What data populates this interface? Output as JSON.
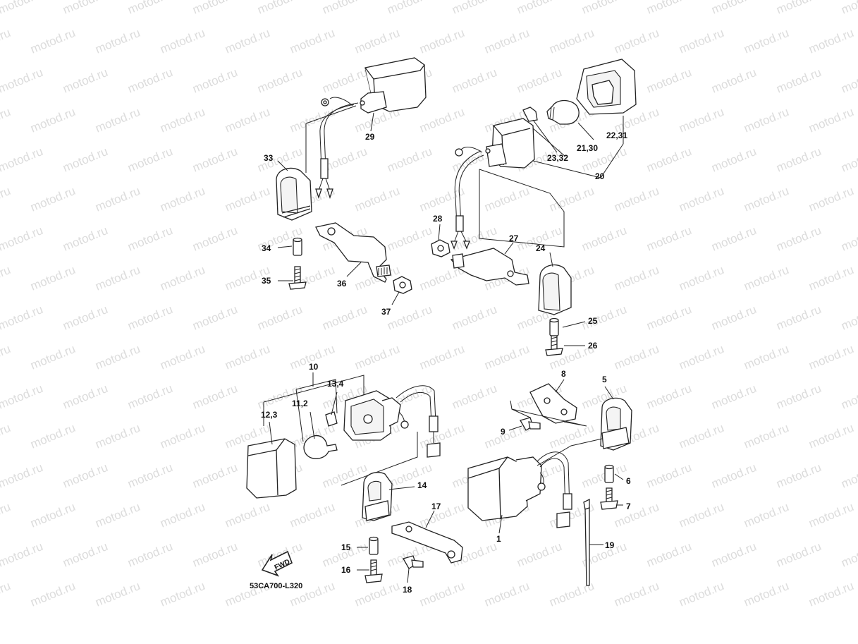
{
  "watermark": {
    "text": "motod.ru"
  },
  "diagram": {
    "code": "53CA700-L320",
    "fwd_label": "FWD",
    "callouts": {
      "c1": "1",
      "c5": "5",
      "c6": "6",
      "c7": "7",
      "c8": "8",
      "c9": "9",
      "c10": "10",
      "c11_2": "11,2",
      "c12_3": "12,3",
      "c13_4": "13,4",
      "c14": "14",
      "c15": "15",
      "c16": "16",
      "c17": "17",
      "c18": "18",
      "c19": "19",
      "c20": "20",
      "c21_30": "21,30",
      "c22_31": "22,31",
      "c23_32": "23,32",
      "c24": "24",
      "c25": "25",
      "c26": "26",
      "c27": "27",
      "c28": "28",
      "c29": "29",
      "c33": "33",
      "c34": "34",
      "c35": "35",
      "c36": "36",
      "c37": "37"
    }
  }
}
